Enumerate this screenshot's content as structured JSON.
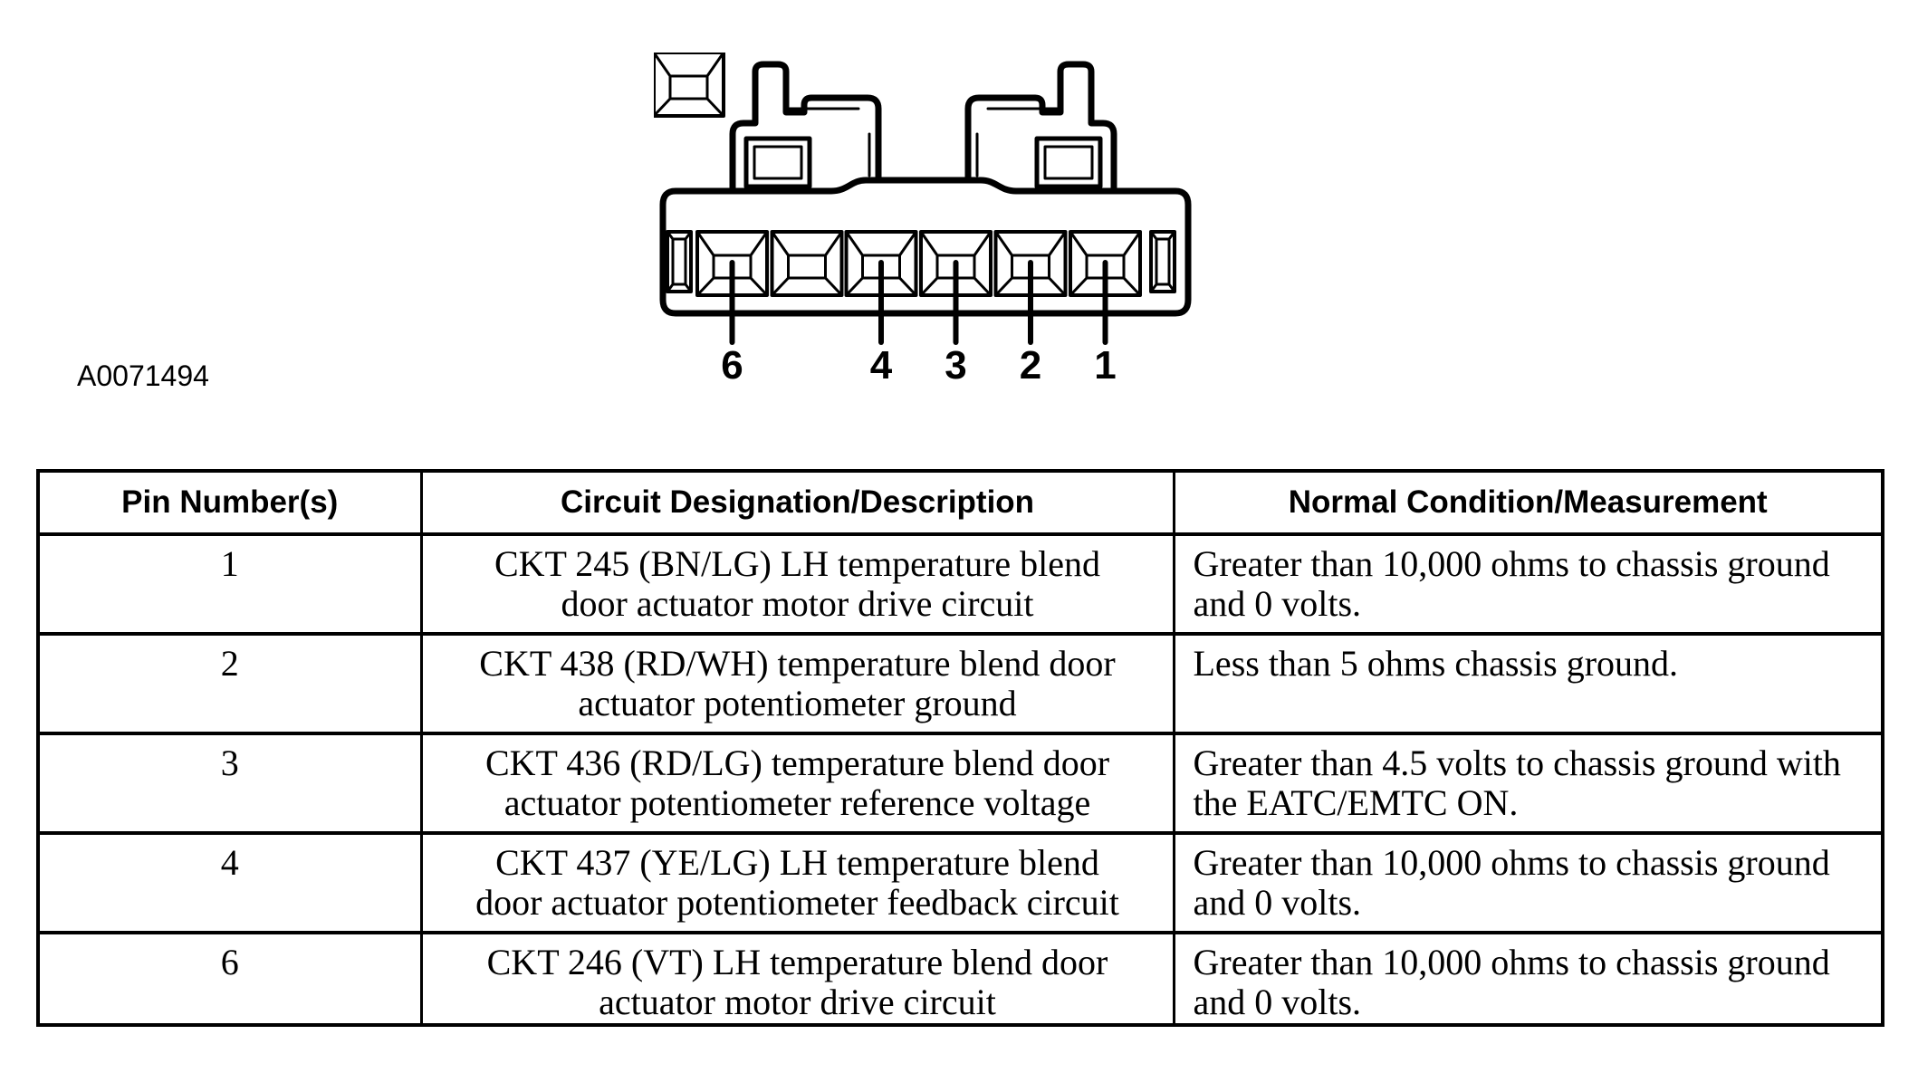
{
  "page": {
    "figure_code": "A0071494"
  },
  "connector": {
    "description": "6-cavity connector face view with latch tabs",
    "pin_labels": [
      "6",
      "4",
      "3",
      "2",
      "1"
    ]
  },
  "table": {
    "headers": {
      "pin": "Pin Number(s)",
      "circuit": "Circuit Designation/Description",
      "condition": "Normal Condition/Measurement"
    },
    "rows": [
      {
        "pin": "1",
        "circuit": [
          "CKT 245 (BN/LG) LH temperature blend",
          "door actuator motor drive circuit"
        ],
        "condition": [
          "Greater than 10,000 ohms to chassis ground",
          "and 0 volts."
        ]
      },
      {
        "pin": "2",
        "circuit": [
          "CKT 438 (RD/WH) temperature blend door",
          "actuator potentiometer ground"
        ],
        "condition": [
          "Less than 5 ohms chassis ground.",
          ""
        ]
      },
      {
        "pin": "3",
        "circuit": [
          "CKT 436 (RD/LG) temperature blend door",
          "actuator potentiometer reference voltage"
        ],
        "condition": [
          "Greater than 4.5 volts to chassis ground with",
          "the EATC/EMTC ON."
        ]
      },
      {
        "pin": "4",
        "circuit": [
          "CKT 437 (YE/LG) LH temperature blend",
          "door actuator potentiometer feedback circuit"
        ],
        "condition": [
          "Greater than 10,000 ohms to chassis ground",
          "and 0 volts."
        ]
      },
      {
        "pin": "6",
        "circuit": [
          "CKT 246 (VT) LH temperature blend door",
          "actuator motor drive circuit"
        ],
        "condition": [
          "Greater than 10,000 ohms to chassis ground",
          "and 0 volts."
        ]
      }
    ]
  }
}
